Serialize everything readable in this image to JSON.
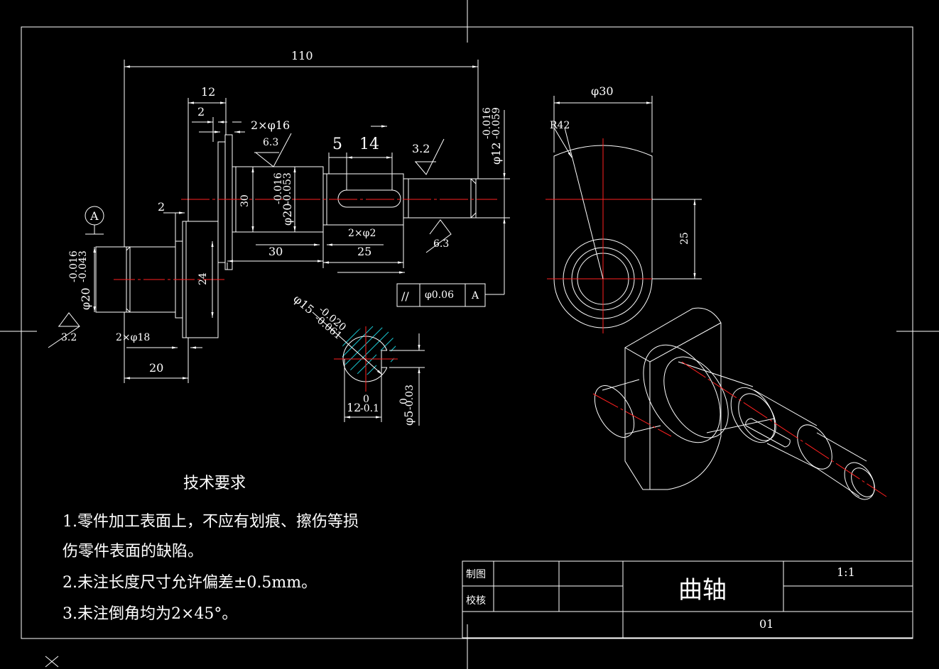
{
  "dims": {
    "overall_length": "110",
    "flange_width": "12",
    "step_2": "2",
    "chamfer_16": "2×φ16",
    "rough_63": "6.3",
    "slot_5": "5",
    "slot_14": "14",
    "rough_32": "3.2",
    "tol_12_upper": "-0.016",
    "tol_12_lower": "-0.059",
    "dia_12": "φ12",
    "tol_20b_upper": "-0.016",
    "tol_20b_lower": "-0.053",
    "dia_20b": "φ20",
    "dim_30_vert": "30",
    "chamfer_2": "2×φ2",
    "len_30": "30",
    "len_25": "25",
    "rough_63b": "6.3",
    "step_2b": "2",
    "datum_a": "A",
    "tol_20a_upper": "-0.016",
    "tol_20a_lower": "-0.043",
    "dia_20a": "φ20",
    "dim_24": "24",
    "rough_32b": "3.2",
    "chamfer_18": "2×φ18",
    "len_20": "20",
    "parallel_sym": "//",
    "parallel_val": "φ0.06",
    "parallel_ref": "A",
    "section_dia": "φ15",
    "section_tol_upper": "-0.020",
    "section_tol_lower": "-0.061",
    "section_12": "12",
    "section_12_upper": "0",
    "section_12_lower": "-0.1",
    "section_5": "φ5",
    "section_5_upper": "0",
    "section_5_lower": "-0.03",
    "side_dia": "φ30",
    "side_r": "R42",
    "side_25": "25"
  },
  "notes": {
    "title": "技术要求",
    "line1": "1.零件加工表面上，不应有划痕、擦伤等损",
    "line2": "伤零件表面的缺陷。",
    "line3": "2.未注长度尺寸允许偏差±0.5mm。",
    "line4": "3.未注倒角均为2×45°。"
  },
  "title_block": {
    "drawn_label": "制图",
    "checked_label": "校核",
    "part_name": "曲轴",
    "scale": "1:1",
    "drawing_no": "01"
  },
  "colors": {
    "background": "#000000",
    "line": "#ffffff",
    "center": "#ff2020",
    "hatch": "#19c5d0"
  }
}
